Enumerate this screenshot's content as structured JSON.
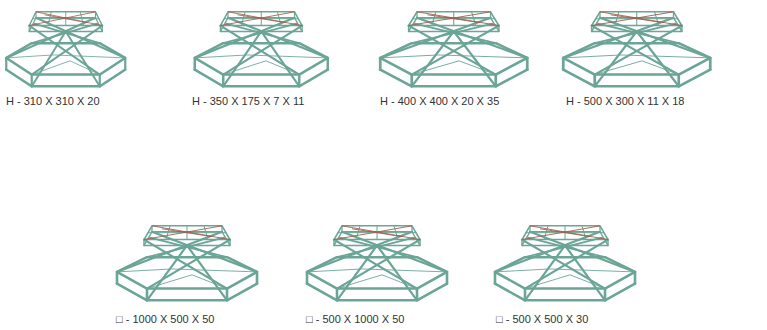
{
  "diagram": {
    "labels": [
      "H - 310 X 310 X 20",
      "H - 350 X 175 X 7 X 11",
      "H - 400 X 400 X 20 X 35",
      "H - 500 X 300 X 11 X 18",
      "□ - 1000 X 500 X 50",
      "□ - 500 X 1000 X 50",
      "□ - 500 X 500 X 30"
    ]
  }
}
